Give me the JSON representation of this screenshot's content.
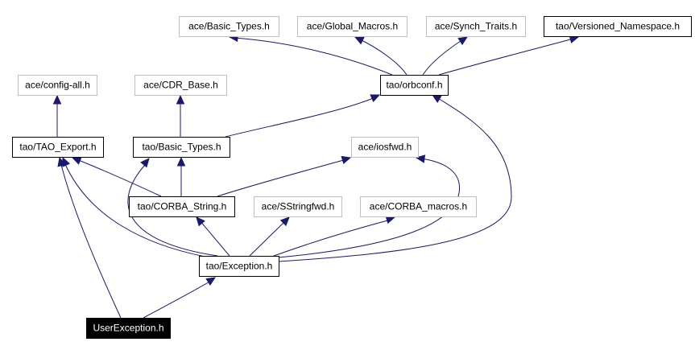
{
  "colors": {
    "edge": "#191970",
    "box_border_local": "#000000",
    "box_border_external": "#bfbfbf",
    "focus_fill": "#000000",
    "focus_text": "#ffffff"
  },
  "nodes": [
    {
      "id": "basic_types_ace",
      "label": "ace/Basic_Types.h",
      "kind": "external"
    },
    {
      "id": "global_macros",
      "label": "ace/Global_Macros.h",
      "kind": "external"
    },
    {
      "id": "synch_traits",
      "label": "ace/Synch_Traits.h",
      "kind": "external"
    },
    {
      "id": "versioned_ns",
      "label": "tao/Versioned_Namespace.h",
      "kind": "local"
    },
    {
      "id": "config_all",
      "label": "ace/config-all.h",
      "kind": "external"
    },
    {
      "id": "cdr_base",
      "label": "ace/CDR_Base.h",
      "kind": "external"
    },
    {
      "id": "orbconf",
      "label": "tao/orbconf.h",
      "kind": "local"
    },
    {
      "id": "tao_export",
      "label": "tao/TAO_Export.h",
      "kind": "local"
    },
    {
      "id": "basic_types_tao",
      "label": "tao/Basic_Types.h",
      "kind": "local"
    },
    {
      "id": "iosfwd",
      "label": "ace/iosfwd.h",
      "kind": "external"
    },
    {
      "id": "corba_string",
      "label": "tao/CORBA_String.h",
      "kind": "local"
    },
    {
      "id": "sstringfwd",
      "label": "ace/SStringfwd.h",
      "kind": "external"
    },
    {
      "id": "corba_macros",
      "label": "ace/CORBA_macros.h",
      "kind": "external"
    },
    {
      "id": "exception",
      "label": "tao/Exception.h",
      "kind": "local"
    },
    {
      "id": "user_exception",
      "label": "UserException.h",
      "kind": "focus"
    }
  ],
  "edges": [
    {
      "from": "orbconf",
      "to": "basic_types_ace"
    },
    {
      "from": "orbconf",
      "to": "global_macros"
    },
    {
      "from": "orbconf",
      "to": "synch_traits"
    },
    {
      "from": "orbconf",
      "to": "versioned_ns"
    },
    {
      "from": "tao_export",
      "to": "config_all"
    },
    {
      "from": "basic_types_tao",
      "to": "cdr_base"
    },
    {
      "from": "basic_types_tao",
      "to": "orbconf"
    },
    {
      "from": "corba_string",
      "to": "tao_export"
    },
    {
      "from": "corba_string",
      "to": "basic_types_tao"
    },
    {
      "from": "corba_string",
      "to": "iosfwd"
    },
    {
      "from": "exception",
      "to": "tao_export"
    },
    {
      "from": "exception",
      "to": "basic_types_tao"
    },
    {
      "from": "exception",
      "to": "corba_string"
    },
    {
      "from": "exception",
      "to": "sstringfwd"
    },
    {
      "from": "exception",
      "to": "corba_macros"
    },
    {
      "from": "exception",
      "to": "iosfwd"
    },
    {
      "from": "exception",
      "to": "orbconf"
    },
    {
      "from": "user_exception",
      "to": "exception"
    },
    {
      "from": "user_exception",
      "to": "tao_export"
    }
  ]
}
